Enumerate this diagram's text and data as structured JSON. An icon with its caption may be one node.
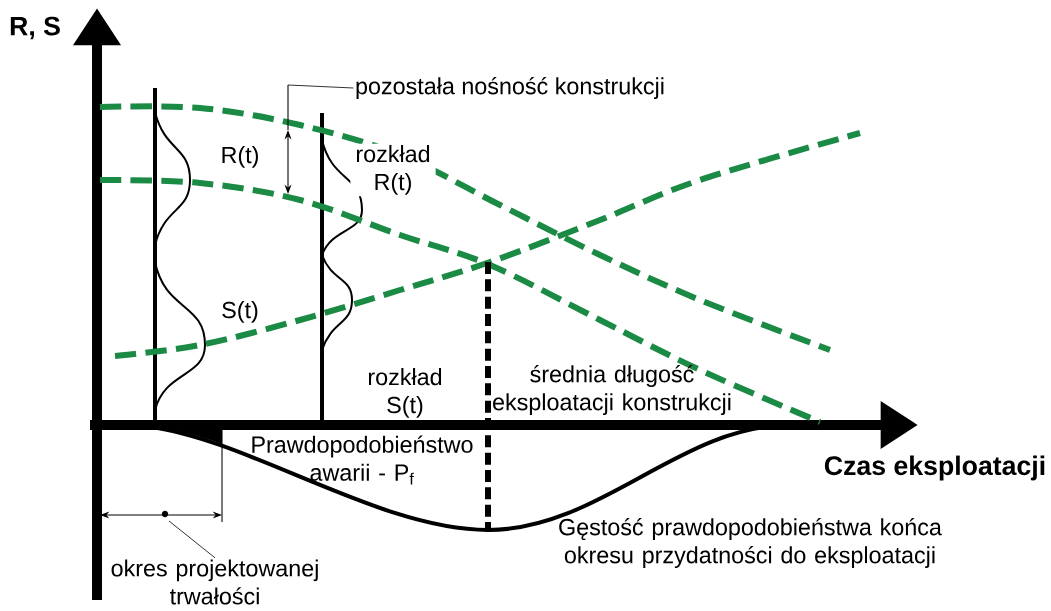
{
  "diagram": {
    "nodes": [
      {
        "text": [
          "pozostała nośność konstrukcji"
        ]
      },
      {
        "text": [
          "okres projektowanej trwałości"
        ]
      }
    ],
    "edges": [
      {
        "from": 0,
        "to": null,
        "arrow": "none"
      },
      {
        "from": 1,
        "to": null,
        "arrow": "none"
      }
    ],
    "labels": [
      "R, S",
      "R(t)",
      "rozkład R(t)",
      "S(t)",
      "rozkład S(t)",
      "średnia długość eksploatacji konstrukcji",
      "Prawdopodobieństwo awarii - P$_{f}$",
      "Gęstość prawdopodobieństwa końca okresu przydatności do eksploatacji",
      "Czas eksploatacji"
    ]
  }
}
